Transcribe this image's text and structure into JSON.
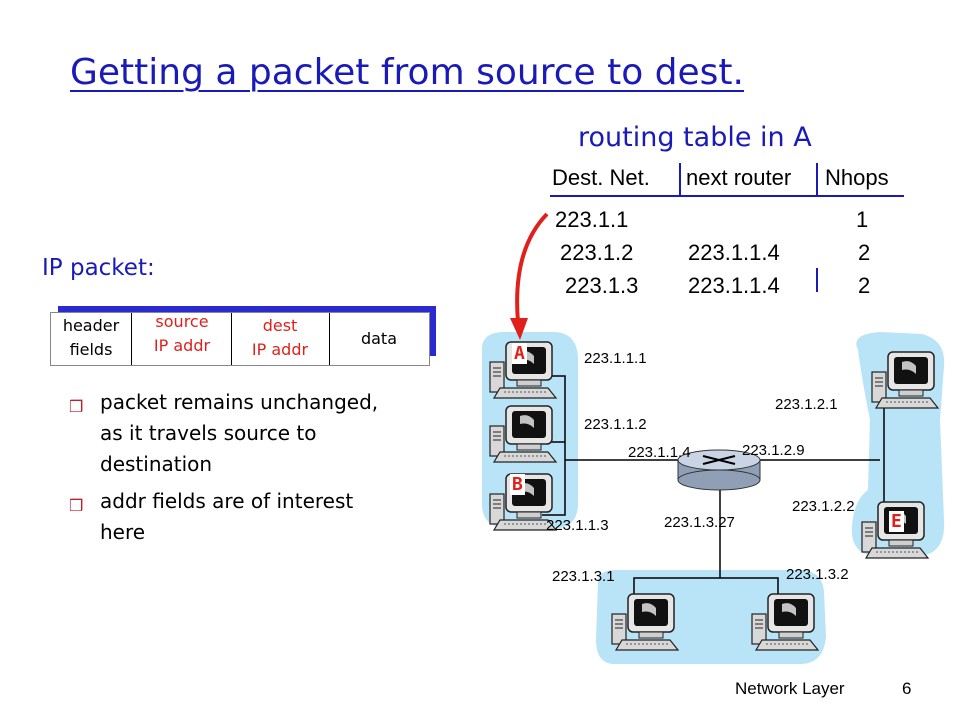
{
  "title": "Getting a packet from source to dest.",
  "routing_table": {
    "title": "routing table in A",
    "headers": [
      "Dest. Net.",
      "next router",
      "Nhops"
    ],
    "rows": [
      {
        "dest": "223.1.1",
        "next": "",
        "hops": "1"
      },
      {
        "dest": "223.1.2",
        "next": "223.1.1.4",
        "hops": "2"
      },
      {
        "dest": "223.1.3",
        "next": "223.1.1.4",
        "hops": "2"
      }
    ]
  },
  "packet": {
    "label": "IP packet:",
    "fields": [
      {
        "line1": "header",
        "line2": "fields"
      },
      {
        "line1": "source",
        "line2": "IP addr"
      },
      {
        "line1": "dest",
        "line2": "IP addr"
      },
      {
        "line1": "data",
        "line2": ""
      }
    ]
  },
  "bullets": [
    {
      "lines": [
        "packet remains unchanged,",
        "as it travels source to",
        "destination"
      ]
    },
    {
      "lines": [
        "addr fields are of interest",
        "here"
      ]
    }
  ],
  "network": {
    "hosts": {
      "a": "A",
      "b": "B",
      "e": "E"
    },
    "addresses": {
      "a": "223.1.1.1",
      "h2": "223.1.1.2",
      "b": "223.1.1.3",
      "r1": "223.1.1.4",
      "r2": "223.1.2.9",
      "r3": "223.1.3.27",
      "h21": "223.1.2.1",
      "e": "223.1.2.2",
      "h31": "223.1.3.1",
      "h32": "223.1.3.2"
    }
  },
  "footer": {
    "label": "Network Layer",
    "page": "6"
  },
  "colors": {
    "title": "#1a1ab8",
    "network_bg": "#b9e3f7",
    "highlight": "#e0201a"
  }
}
